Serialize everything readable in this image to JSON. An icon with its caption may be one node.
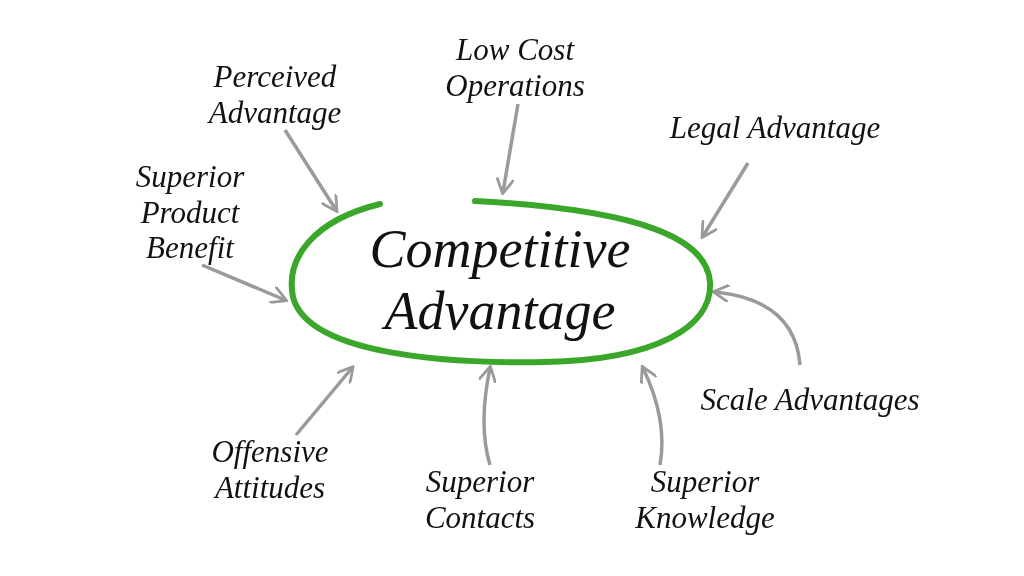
{
  "diagram": {
    "nodes": [
      {
        "text": [
          "Competitive Advantage"
        ]
      },
      {
        "text": [
          "Perceived Advantage"
        ]
      },
      {
        "text": [
          "Low Cost Operations"
        ]
      },
      {
        "text": [
          "Legal Advantage"
        ]
      },
      {
        "text": [
          "Superior Product Benefit"
        ]
      },
      {
        "text": [
          "Scale Advantages"
        ]
      },
      {
        "text": [
          "Offensive Attitudes"
        ]
      },
      {
        "text": [
          "Superior Contacts"
        ]
      },
      {
        "text": [
          "Superior Knowledge"
        ]
      }
    ],
    "edges": [
      {
        "from": 1,
        "to": 0,
        "arrow": "to"
      },
      {
        "from": 2,
        "to": 0,
        "arrow": "to"
      },
      {
        "from": 3,
        "to": 0,
        "arrow": "to"
      },
      {
        "from": 4,
        "to": 0,
        "arrow": "to"
      },
      {
        "from": 5,
        "to": 0,
        "arrow": "to"
      },
      {
        "from": 6,
        "to": 0,
        "arrow": "to"
      },
      {
        "from": 7,
        "to": 0,
        "arrow": "to"
      },
      {
        "from": 8,
        "to": 0,
        "arrow": "to"
      }
    ]
  }
}
